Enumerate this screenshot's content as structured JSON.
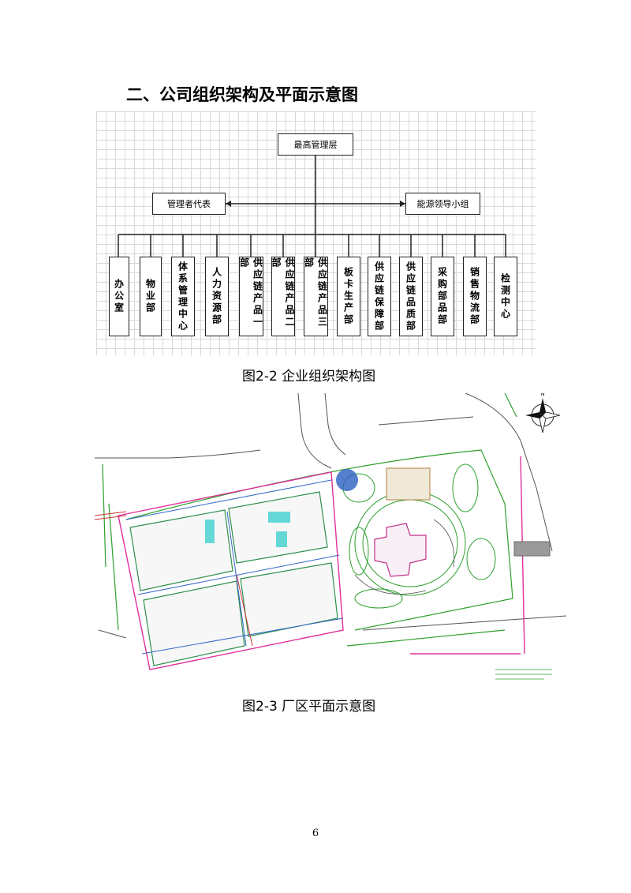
{
  "section": {
    "title": "二、公司组织架构及平面示意图"
  },
  "org_chart": {
    "top": "最高管理层",
    "left": "管理者代表",
    "right": "能源领导小组",
    "departments": [
      "办公室",
      "物业部",
      "体系管理中心",
      "人力资源部",
      "供应链产品一部",
      "供应链产品二部",
      "供应链产品三部",
      "板卡生产部",
      "供应链保障部",
      "供应链品质部",
      "采购部品部",
      "销售物流部",
      "检测中心"
    ]
  },
  "captions": {
    "org": "图2-2  企业组织架构图",
    "plan": "图2-3  厂区平面示意图"
  },
  "site_plan": {
    "compass_label": "N"
  },
  "page_number": "6"
}
